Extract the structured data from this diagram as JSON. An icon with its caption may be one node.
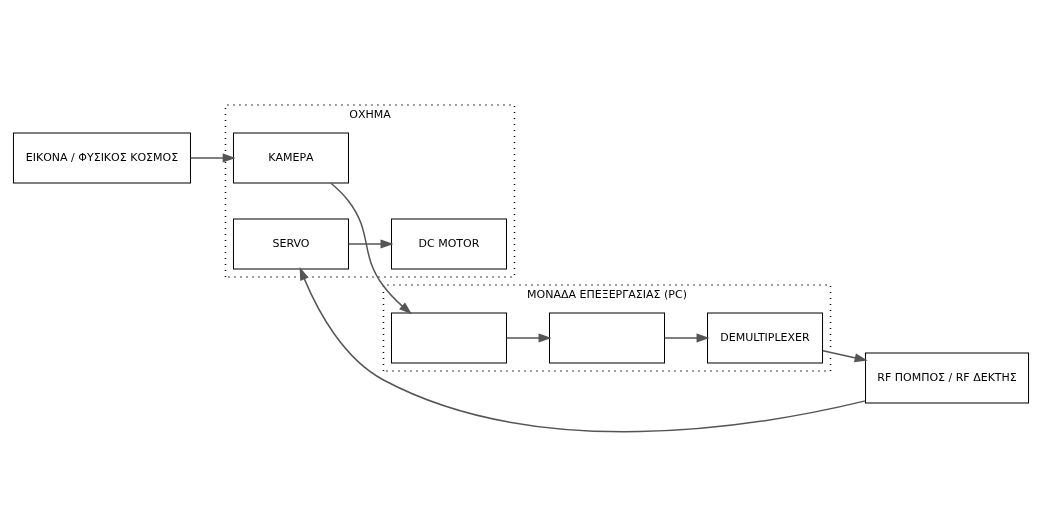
{
  "diagram": {
    "nodes": [
      {
        "text": [
          "ΟΧΗΜΑ"
        ]
      },
      {
        "text": [
          "ΜΟΝΑΔΑ ΕΠΕΞΕΡΓΑΣΙΑΣ (PC)"
        ]
      },
      {
        "text": [
          "ΕΙΚΟΝΑ / ΦΥΣΙΚΟΣ ΚΟΣΜΟΣ"
        ]
      },
      {
        "text": [
          "ΚΑΜΕΡΑ"
        ],
        "in": 0
      },
      {
        "text": [],
        "shape": "box",
        "in": 1
      },
      {
        "text": [],
        "shape": "box",
        "in": 1
      },
      {
        "text": [
          "DEMULTIPLEXER"
        ],
        "in": 1
      },
      {
        "text": [
          "DC MOTOR"
        ],
        "in": 0
      },
      {
        "text": [
          "SERVO"
        ],
        "in": 0
      },
      {
        "text": [
          "RF ΠΟΜΠΟΣ / RF ΔΕΚΤΗΣ"
        ]
      }
    ],
    "edges": [
      {
        "from": 2,
        "to": 3,
        "arrow": "to"
      },
      {
        "from": 3,
        "to": 4,
        "arrow": "to"
      },
      {
        "from": 4,
        "to": 5,
        "arrow": "to"
      },
      {
        "from": 5,
        "to": 6,
        "arrow": "to"
      },
      {
        "from": 6,
        "to": 9,
        "arrow": "to"
      },
      {
        "from": 9,
        "to": 8,
        "arrow": "to"
      },
      {
        "from": 8,
        "to": 7,
        "arrow": "to"
      }
    ]
  }
}
